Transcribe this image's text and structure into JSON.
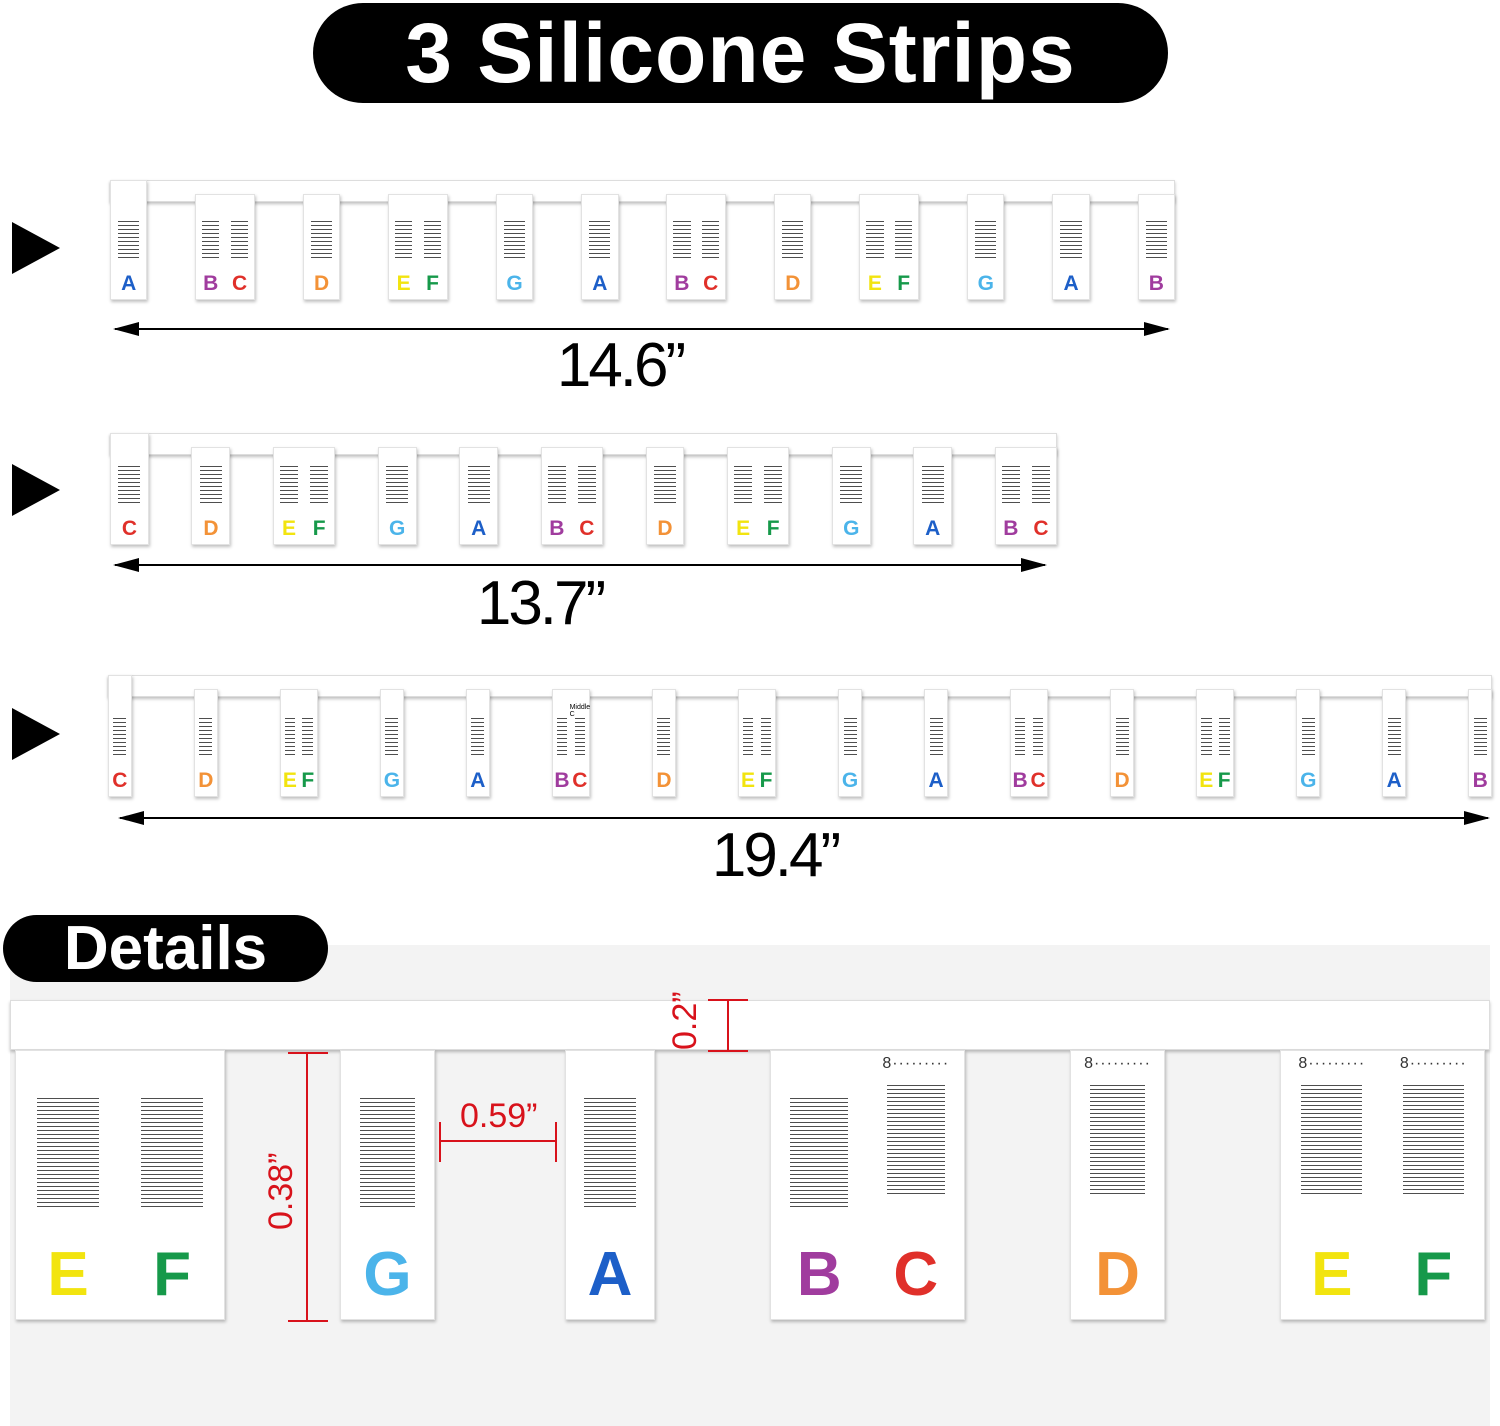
{
  "title": "3  Silicone Strips",
  "details_label": "Details",
  "note_colors": {
    "C": "#e0302a",
    "D": "#f39237",
    "E": "#f2e40f",
    "F": "#16994a",
    "G": "#4bb4ea",
    "A": "#1d5fc8",
    "B": "#a03c9e"
  },
  "strips": [
    {
      "length": "14.6”",
      "groups": [
        [
          "A"
        ],
        [
          "B",
          "C"
        ],
        [
          "D"
        ],
        [
          "E",
          "F"
        ],
        [
          "G"
        ],
        [
          "A"
        ],
        [
          "B",
          "C"
        ],
        [
          "D"
        ],
        [
          "E",
          "F"
        ],
        [
          "G"
        ],
        [
          "A"
        ],
        [
          "B"
        ]
      ]
    },
    {
      "length": "13.7”",
      "groups": [
        [
          "C"
        ],
        [
          "D"
        ],
        [
          "E",
          "F"
        ],
        [
          "G"
        ],
        [
          "A"
        ],
        [
          "B",
          "C"
        ],
        [
          "D"
        ],
        [
          "E",
          "F"
        ],
        [
          "G"
        ],
        [
          "A"
        ],
        [
          "B",
          "C"
        ]
      ]
    },
    {
      "length": "19.4”",
      "middle_c_label": "Middle C",
      "groups": [
        [
          "C"
        ],
        [
          "D"
        ],
        [
          "E",
          "F"
        ],
        [
          "G"
        ],
        [
          "A"
        ],
        [
          "B",
          "C"
        ],
        [
          "D"
        ],
        [
          "E",
          "F"
        ],
        [
          "G"
        ],
        [
          "A"
        ],
        [
          "B",
          "C"
        ],
        [
          "D"
        ],
        [
          "E",
          "F"
        ],
        [
          "G"
        ],
        [
          "A"
        ],
        [
          "B"
        ]
      ]
    }
  ],
  "details": {
    "groups": [
      [
        "E",
        "F"
      ],
      [
        "G"
      ],
      [
        "A"
      ],
      [
        "B",
        "C"
      ],
      [
        "D"
      ],
      [
        "E",
        "F"
      ]
    ],
    "key_height": "0.38”",
    "gap_width": "0.59”",
    "notch_depth": "0.2”",
    "octave_mark": "8"
  }
}
